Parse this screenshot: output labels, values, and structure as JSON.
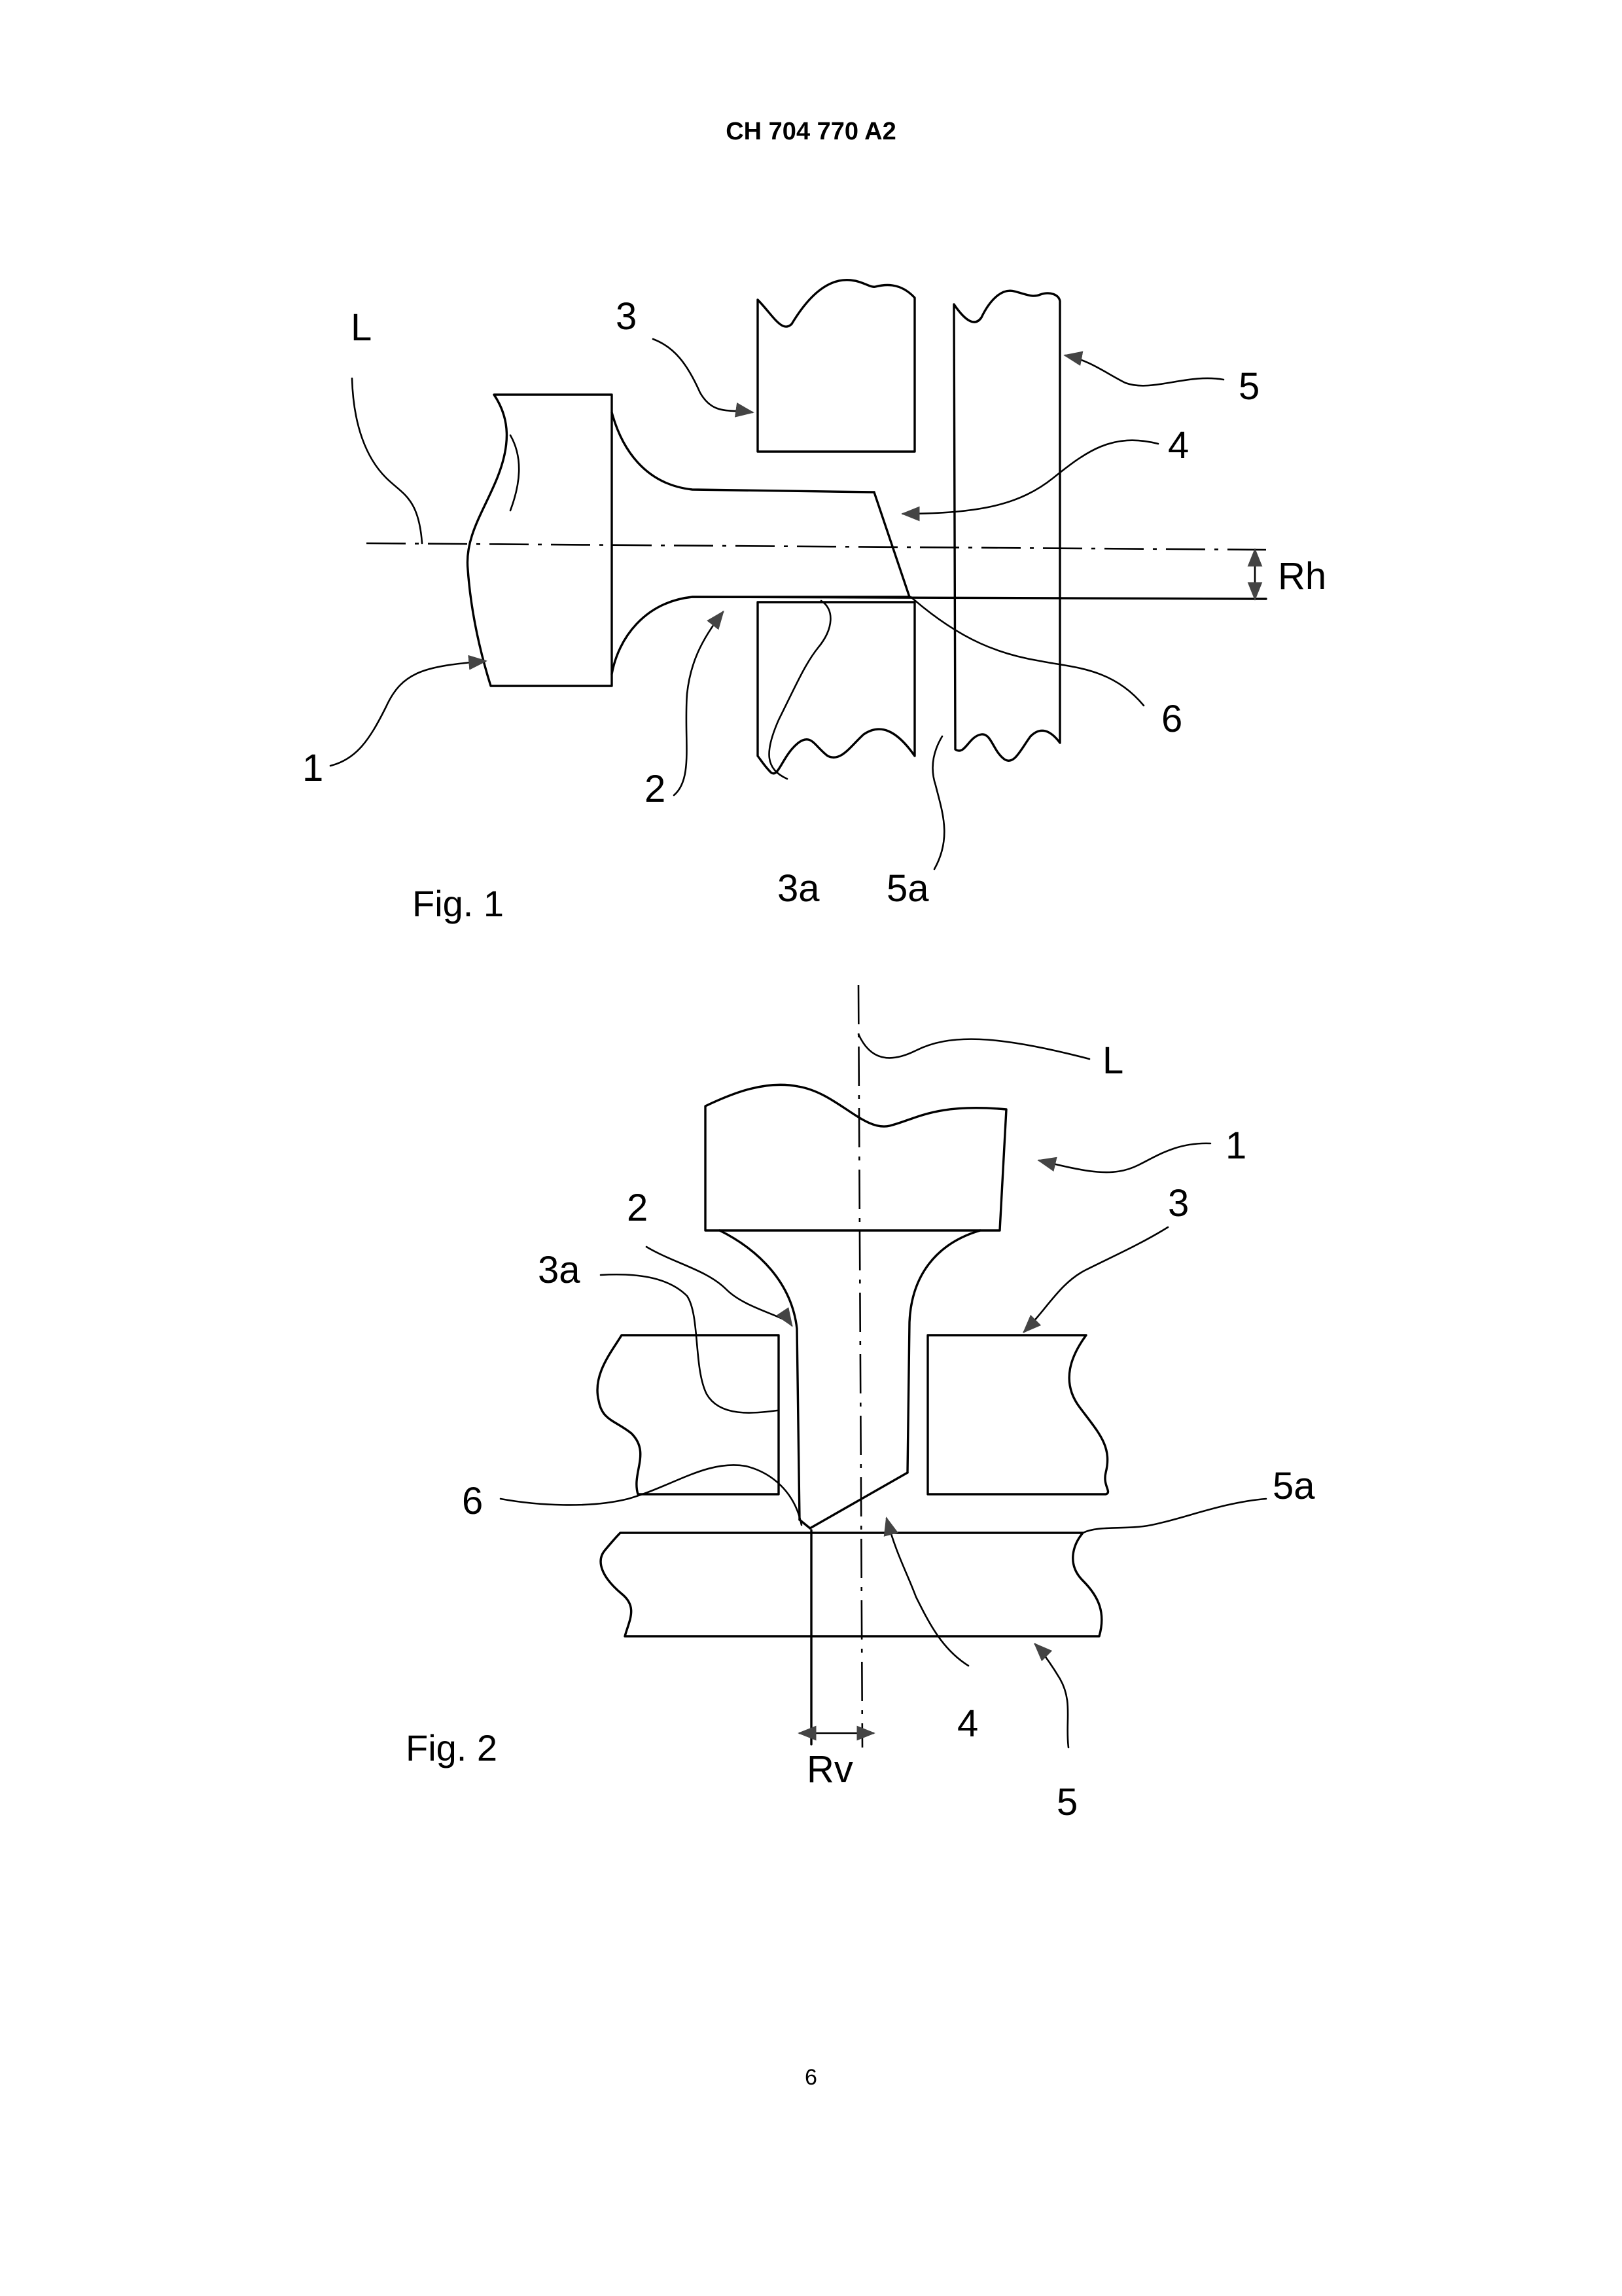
{
  "header": {
    "document_number": "CH 704 770 A2"
  },
  "figure1": {
    "caption": "Fig. 1",
    "labels": {
      "L": "L",
      "one": "1",
      "two": "2",
      "three": "3",
      "three_a": "3a",
      "four": "4",
      "five": "5",
      "five_a": "5a",
      "six": "6",
      "Rh": "Rh"
    }
  },
  "figure2": {
    "caption": "Fig. 2",
    "labels": {
      "L": "L",
      "one": "1",
      "two": "2",
      "three": "3",
      "three_a": "3a",
      "four": "4",
      "five": "5",
      "five_a": "5a",
      "six": "6",
      "Rv": "Rv"
    }
  },
  "footer": {
    "page_number": "6"
  }
}
